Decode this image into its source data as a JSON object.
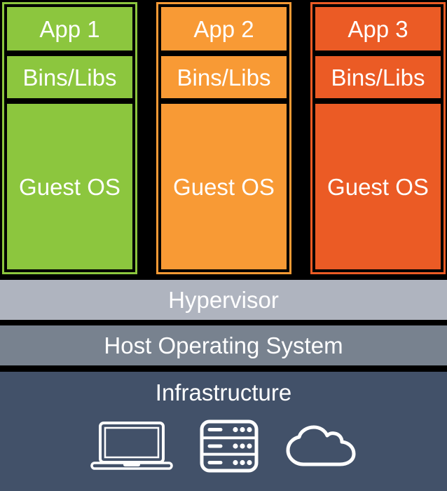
{
  "diagram": {
    "type": "virtual-machine-architecture",
    "vms": [
      {
        "app_label": "App 1",
        "bins_label": "Bins/Libs",
        "os_label": "Guest OS",
        "color": "#8CC63E"
      },
      {
        "app_label": "App 2",
        "bins_label": "Bins/Libs",
        "os_label": "Guest OS",
        "color": "#F89A35"
      },
      {
        "app_label": "App 3",
        "bins_label": "Bins/Libs",
        "os_label": "Guest OS",
        "color": "#EB5B25"
      }
    ],
    "layers": {
      "hypervisor_label": "Hypervisor",
      "host_os_label": "Host Operating System",
      "infrastructure_label": "Infrastructure"
    },
    "infrastructure_icons": [
      "laptop-icon",
      "server-rack-icon",
      "cloud-icon"
    ]
  },
  "colors": {
    "page_bg": "#000000",
    "hypervisor_bg": "#AFB4BF",
    "host_os_bg": "#78828F",
    "infrastructure_bg": "#425169",
    "label_text": "#FFFFFF"
  }
}
